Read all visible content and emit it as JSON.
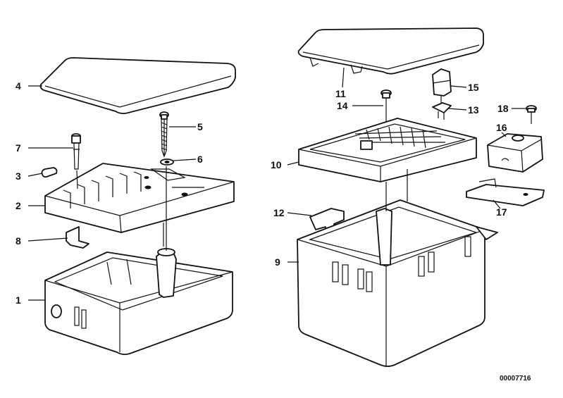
{
  "callouts": {
    "c1": "1",
    "c2": "2",
    "c3": "3",
    "c4": "4",
    "c5": "5",
    "c6": "6",
    "c7": "7",
    "c8": "8",
    "c9": "9",
    "c10": "10",
    "c11": "11",
    "c12": "12",
    "c13": "13",
    "c14": "14",
    "c15": "15",
    "c16": "16",
    "c17": "17",
    "c18": "18"
  },
  "reference_number": "00007716"
}
